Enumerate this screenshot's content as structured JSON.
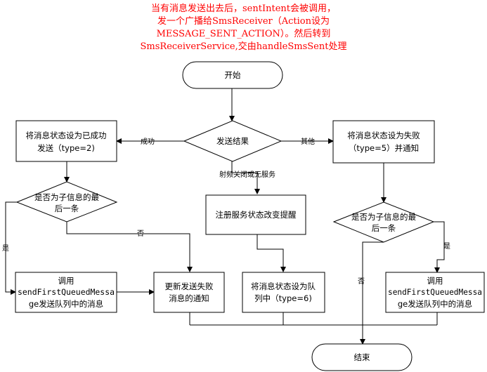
{
  "title_lines": [
    "当有消息发送出去后，sentIntent会被调用，",
    "发一个广播给SmsReceiver（Action设为",
    "MESSAGE_SENT_ACTION）。然后转到",
    "SmsReceiverService,交由handleSmsSent处理"
  ],
  "nodes": {
    "start": "开始",
    "send_result": "发送结果",
    "set_success": [
      "将消息状态设为已成功",
      "发送（type=2)"
    ],
    "set_failed": [
      "将消息状态设为失败",
      "（type=5）并通知"
    ],
    "register_service": "注册服务状态改变提醒",
    "set_queued": [
      "将消息状态设为队",
      "列中（type=6)"
    ],
    "is_last_left": [
      "是否为子信息的最",
      "后一条"
    ],
    "is_last_right": [
      "是否为子信息的最",
      "后一条"
    ],
    "send_queued_left": [
      "调用",
      "sendFirstQueuedMessa",
      "ge发送队列中的消息"
    ],
    "send_queued_right": [
      "调用",
      "sendFirstQueuedMessa",
      "ge发送队列中的消息"
    ],
    "update_failed": [
      "更新发送失败",
      "消息的通知"
    ],
    "end": "结束"
  },
  "edges": {
    "success": "成功",
    "other": "其他",
    "radio_off": "射频关闭或无服务",
    "no_left": "否",
    "yes_left": "是",
    "no_right": "否",
    "yes_right": "是"
  }
}
